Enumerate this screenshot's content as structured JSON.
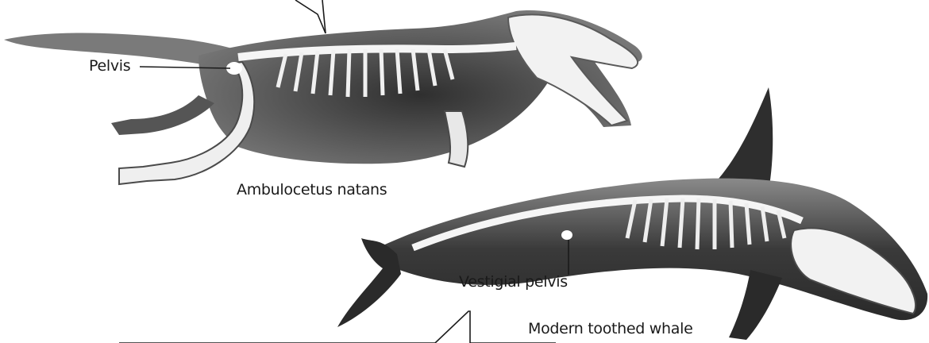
{
  "labels": {
    "pelvis": "Pelvis",
    "ambulocetus": "Ambulocetus natans",
    "vestigial_pelvis": "Vestigial pelvis",
    "modern_whale": "Modern toothed whale"
  },
  "colors": {
    "body_dark": "#3a3a3a",
    "body_mid": "#6e6e6e",
    "bone": "#f4f4f4",
    "line": "#1a1a1a"
  }
}
